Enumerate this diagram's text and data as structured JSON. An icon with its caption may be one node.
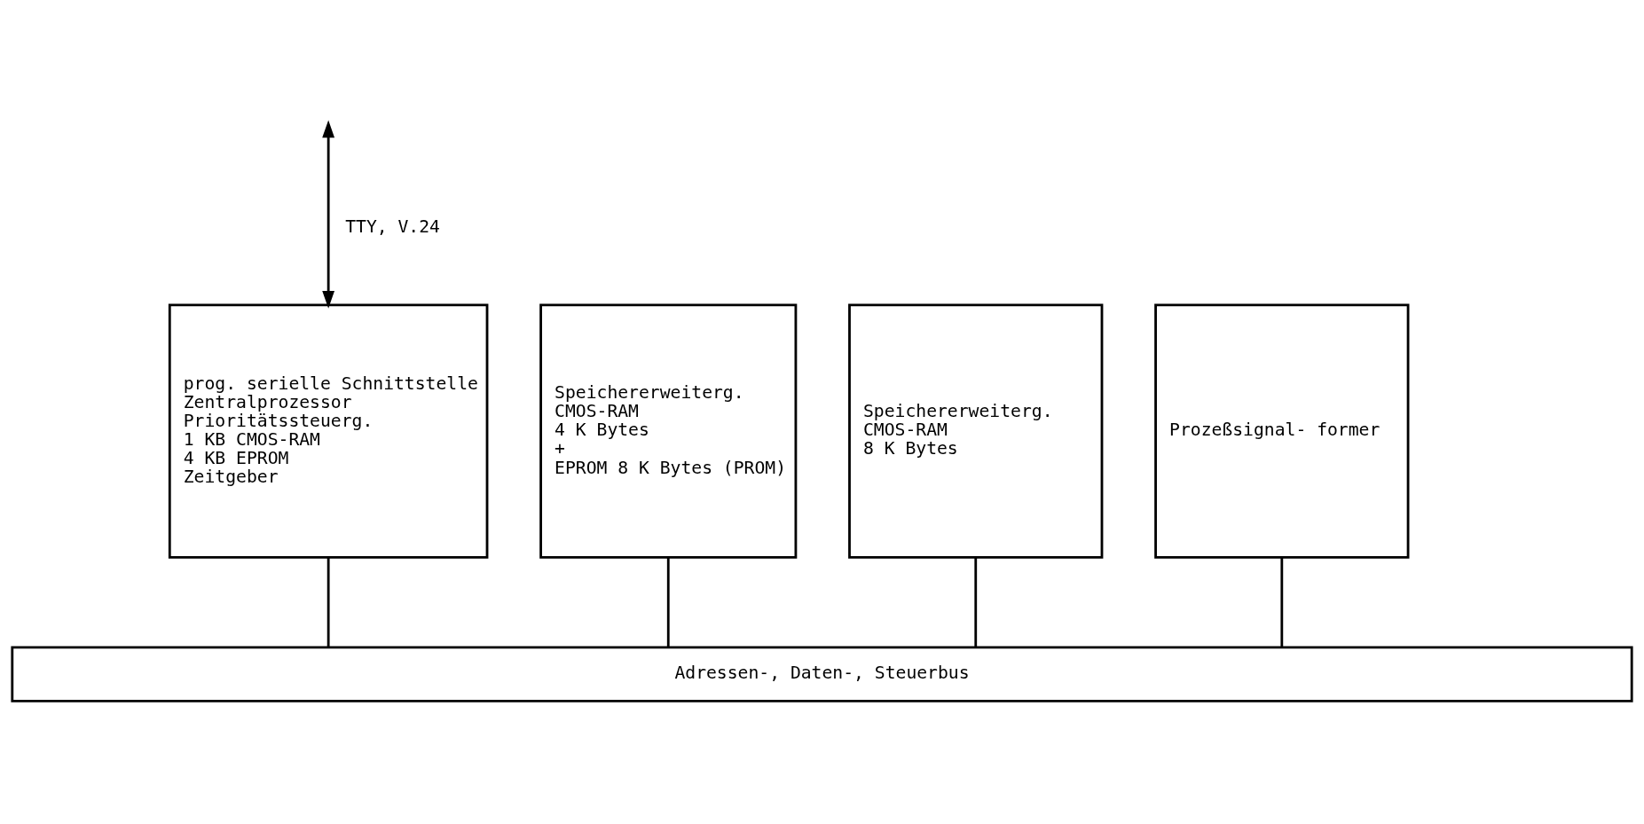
{
  "diagram": {
    "nodes": [
      {
        "text": [
          "prog. serielle Schnittstelle",
          "Zentralprozessor",
          "Prioritätssteuerg.",
          "1 KB CMOS-RAM",
          "4 KB EPROM",
          "Zeitgeber"
        ]
      },
      {
        "text": [
          "Speichererweiterg.",
          "CMOS-RAM",
          "4 K Bytes",
          "+",
          "EPROM 8 K Bytes (PROM)"
        ]
      },
      {
        "text": [
          "Speichererweiterg.",
          "CMOS-RAM",
          "8 K Bytes"
        ]
      },
      {
        "text": [
          "Prozeßsignal- former"
        ]
      },
      {
        "text": [
          "Adressen-, Daten-, Steuerbus"
        ]
      }
    ],
    "edges": [
      {
        "from": null,
        "to": 0,
        "arrow": "both",
        "label": "TTY, V.24"
      },
      {
        "from": 0,
        "to": 4,
        "arrow": "none"
      },
      {
        "from": 1,
        "to": 4,
        "arrow": "none"
      },
      {
        "from": 2,
        "to": 4,
        "arrow": "none"
      },
      {
        "from": 3,
        "to": 4,
        "arrow": "none"
      }
    ]
  }
}
